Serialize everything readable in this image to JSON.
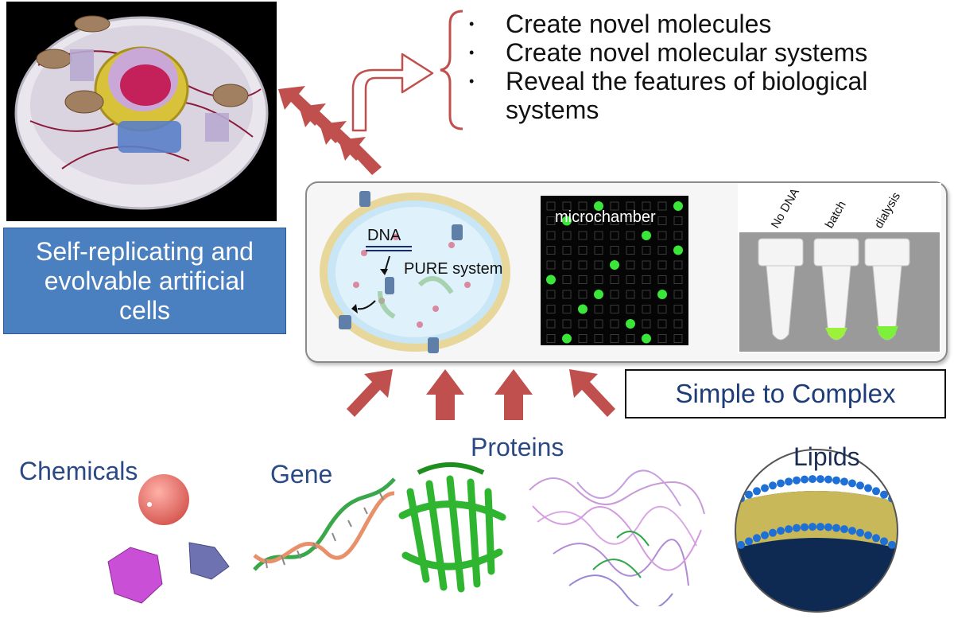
{
  "cell_box": {
    "line1": "Self-replicating and",
    "line2": "evolvable artificial",
    "line3": "cells"
  },
  "goals": [
    "Create novel molecules",
    "Create novel molecular systems",
    "Reveal the features of biological systems"
  ],
  "vesicle": {
    "dna_label": "DNA",
    "pure_label": "PURE system"
  },
  "microchamber_label": "microchamber",
  "tube_labels": [
    "No DNA",
    "batch",
    "dialysis"
  ],
  "simple_to_complex": "Simple to Complex",
  "components": {
    "chemicals": "Chemicals",
    "gene": "Gene",
    "proteins": "Proteins",
    "lipids": "Lipids"
  },
  "colors": {
    "cell_box": "#4a7fc0",
    "arrow_red": "#c0504d",
    "component_text": "#2b4a85",
    "fluorescence_green": "#39e639"
  }
}
